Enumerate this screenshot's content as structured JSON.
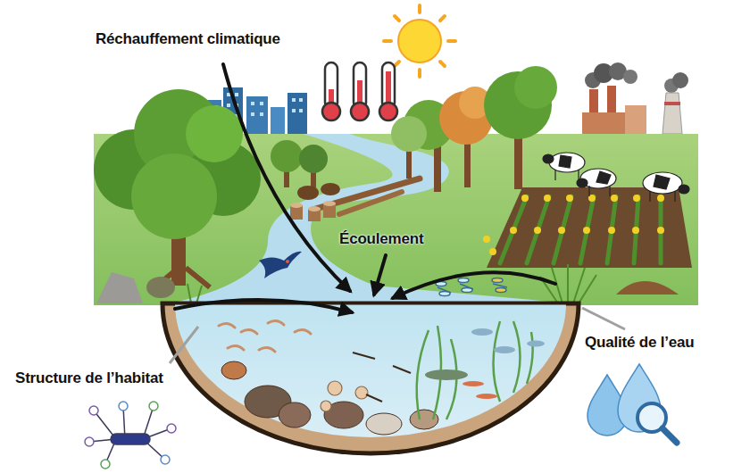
{
  "diagram": {
    "labels": [
      "Réchauffement climatique",
      "Écoulement",
      "Qualité de l’eau",
      "Structure de l’habitat"
    ]
  }
}
